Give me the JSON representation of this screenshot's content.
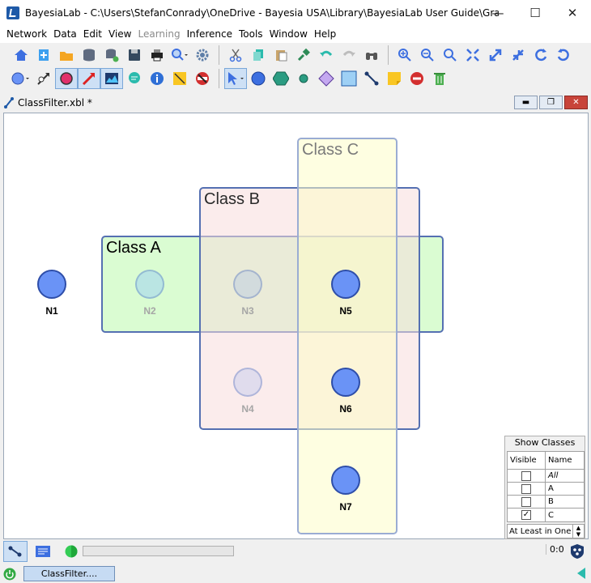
{
  "window": {
    "title": "BayesiaLab - C:\\Users\\StefanConrady\\OneDrive - Bayesia USA\\Library\\BayesiaLab User Guide\\Graph Win...",
    "minimize": "—",
    "maximize": "☐",
    "close": "✕"
  },
  "menu": {
    "items": [
      {
        "label": "Network",
        "enabled": true
      },
      {
        "label": "Data",
        "enabled": true
      },
      {
        "label": "Edit",
        "enabled": true
      },
      {
        "label": "View",
        "enabled": true
      },
      {
        "label": "Learning",
        "enabled": false
      },
      {
        "label": "Inference",
        "enabled": true
      },
      {
        "label": "Tools",
        "enabled": true
      },
      {
        "label": "Window",
        "enabled": true
      },
      {
        "label": "Help",
        "enabled": true
      }
    ]
  },
  "toolbar1": {
    "icons": [
      "home-icon",
      "new-network-icon",
      "open-folder-icon",
      "database-icon",
      "database-connect-icon",
      "save-icon",
      "print-icon",
      "zoom-dropdown-icon",
      "settings-gear-icon",
      "cut-icon",
      "copy-icon",
      "paste-icon",
      "format-painter-icon",
      "undo-icon",
      "redo-icon",
      "binoculars-icon",
      "zoom-in-icon",
      "zoom-out-icon",
      "zoom-fit-icon",
      "fit-window-icon",
      "expand-icon",
      "shrink-icon",
      "rotate-left-icon",
      "rotate-right-icon"
    ]
  },
  "toolbar2": {
    "icons": [
      "node-style-icon",
      "arc-info-icon",
      "node-mode-icon",
      "arc-mode-icon",
      "monitor-mode-icon",
      "comment-icon",
      "info-icon",
      "note-icon",
      "no-arc-icon",
      "select-arrow-icon",
      "draw-circle-icon",
      "draw-hexagon-icon",
      "draw-small-circle-icon",
      "draw-diamond-icon",
      "draw-square-icon",
      "draw-link-icon",
      "sticky-note-icon",
      "delete-stop-icon",
      "trash-icon"
    ]
  },
  "doc": {
    "tab_label": "ClassFilter.xbl *",
    "btn_minimize": "▬",
    "btn_restore": "❐",
    "btn_close": "✕"
  },
  "classes": [
    {
      "id": "A",
      "label": "Class A",
      "color": "#d8fcd0"
    },
    {
      "id": "B",
      "label": "Class B",
      "color": "#f9e4e4"
    },
    {
      "id": "C",
      "label": "Class C",
      "color": "#fdfdd6"
    }
  ],
  "nodes": [
    {
      "label": "N1",
      "visible": true
    },
    {
      "label": "N2",
      "visible": false
    },
    {
      "label": "N3",
      "visible": false
    },
    {
      "label": "N4",
      "visible": false
    },
    {
      "label": "N5",
      "visible": true
    },
    {
      "label": "N6",
      "visible": true
    },
    {
      "label": "N7",
      "visible": true
    }
  ],
  "show_classes": {
    "title": "Show Classes",
    "col_visible": "Visible",
    "col_name": "Name",
    "rows": [
      {
        "name": "All",
        "checked": false
      },
      {
        "name": "A",
        "checked": false
      },
      {
        "name": "B",
        "checked": false
      },
      {
        "name": "C",
        "checked": true
      }
    ],
    "filter_mode": "At Least in One"
  },
  "status": {
    "coords": "0:0",
    "task_label": "ClassFilter...."
  },
  "colors": {
    "accent": "#5570b2",
    "node_fill": "#6a93f6",
    "node_border": "#2e4ea9"
  }
}
